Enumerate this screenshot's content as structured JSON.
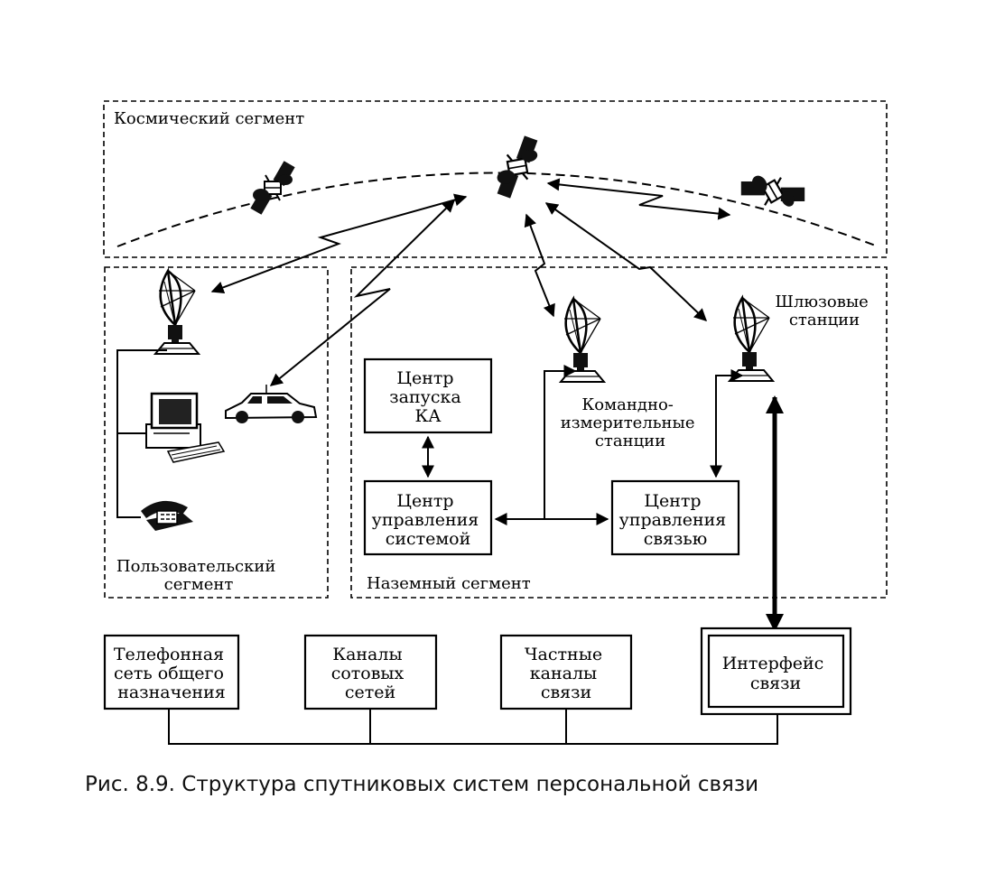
{
  "segments": {
    "space": "Космический сегмент",
    "user": [
      "Пользовательский",
      "сегмент"
    ],
    "ground": "Наземный сегмент"
  },
  "gateway_label": [
    "Шлюзовые",
    "станции"
  ],
  "tt_label": [
    "Командно-",
    "измерительные",
    "станции"
  ],
  "boxes": {
    "launch": [
      "Центр",
      "запуска",
      "КА"
    ],
    "system_control": [
      "Центр",
      "управления",
      "системой"
    ],
    "comm_control": [
      "Центр",
      "управления",
      "связью"
    ],
    "pstn": [
      "Телефонная",
      "сеть общего",
      "назначения"
    ],
    "cellular": [
      "Каналы",
      "сотовых",
      "сетей"
    ],
    "private": [
      "Частные",
      "каналы",
      "связи"
    ],
    "interface": [
      "Интерфейс",
      "связи"
    ]
  },
  "caption": "Рис. 8.9. Структура спутниковых систем персональной связи"
}
